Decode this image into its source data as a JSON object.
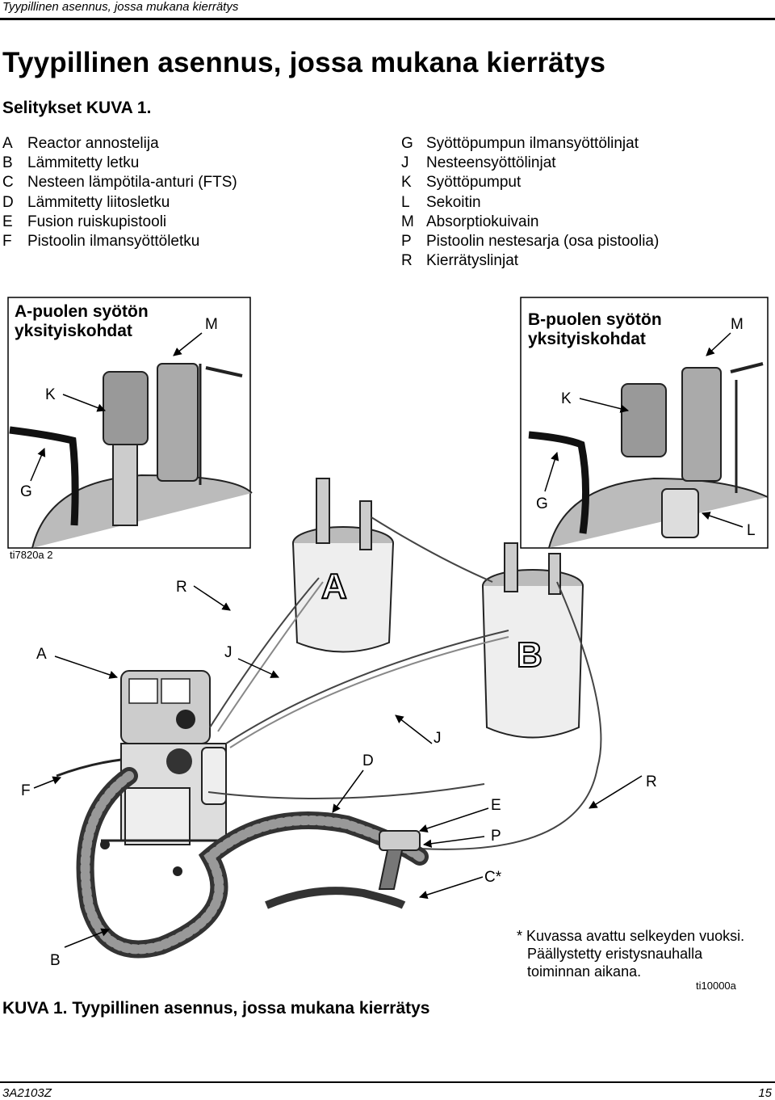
{
  "header": {
    "running_title": "Tyypillinen asennus, jossa mukana kierrätys"
  },
  "page_title": "Tyypillinen asennus, jossa mukana kierrätys",
  "subtitle": "Selitykset KUVA 1.",
  "legend_left": [
    {
      "key": "A",
      "text": "Reactor annostelija"
    },
    {
      "key": "B",
      "text": "Lämmitetty letku"
    },
    {
      "key": "C",
      "text": "Nesteen lämpötila-anturi (FTS)"
    },
    {
      "key": "D",
      "text": "Lämmitetty liitosletku"
    },
    {
      "key": "E",
      "text": "Fusion ruiskupistooli"
    },
    {
      "key": "F",
      "text": "Pistoolin ilmansyöttöletku"
    }
  ],
  "legend_right": [
    {
      "key": "G",
      "text": "Syöttöpumpun ilmansyöttölinjat"
    },
    {
      "key": "J",
      "text": "Nesteensyöttölinjat"
    },
    {
      "key": "K",
      "text": "Syöttöpumput"
    },
    {
      "key": "L",
      "text": "Sekoitin"
    },
    {
      "key": "M",
      "text": "Absorptiokuivain"
    },
    {
      "key": "P",
      "text": "Pistoolin nestesarja (osa pistoolia)"
    },
    {
      "key": "R",
      "text": "Kierrätyslinjat"
    }
  ],
  "figure": {
    "detail_a_title_1": "A-puolen syötön",
    "detail_a_title_2": "yksityiskohdat",
    "detail_b_title_1": "B-puolen syötön",
    "detail_b_title_2": "yksityiskohdat",
    "detail_a_ref": "ti7820a 2",
    "drum_a_letter": "A",
    "drum_b_letter": "B",
    "callouts": {
      "M1": "M",
      "M2": "M",
      "K1": "K",
      "K2": "K",
      "G1": "G",
      "G2": "G",
      "L": "L",
      "R1": "R",
      "R2": "R",
      "A": "A",
      "J1": "J",
      "J2": "J",
      "D": "D",
      "F": "F",
      "E": "E",
      "P": "P",
      "C": "C*",
      "B": "B"
    },
    "note": [
      "* Kuvassa avattu selkeyden vuoksi.",
      "Päällystetty eristysnauhalla",
      "toiminnan aikana."
    ],
    "ref": "ti10000a",
    "caption": "KUVA 1. Tyypillinen asennus, jossa mukana kierrätys"
  },
  "footer": {
    "doc_id": "3A2103Z",
    "page_number": "15"
  }
}
